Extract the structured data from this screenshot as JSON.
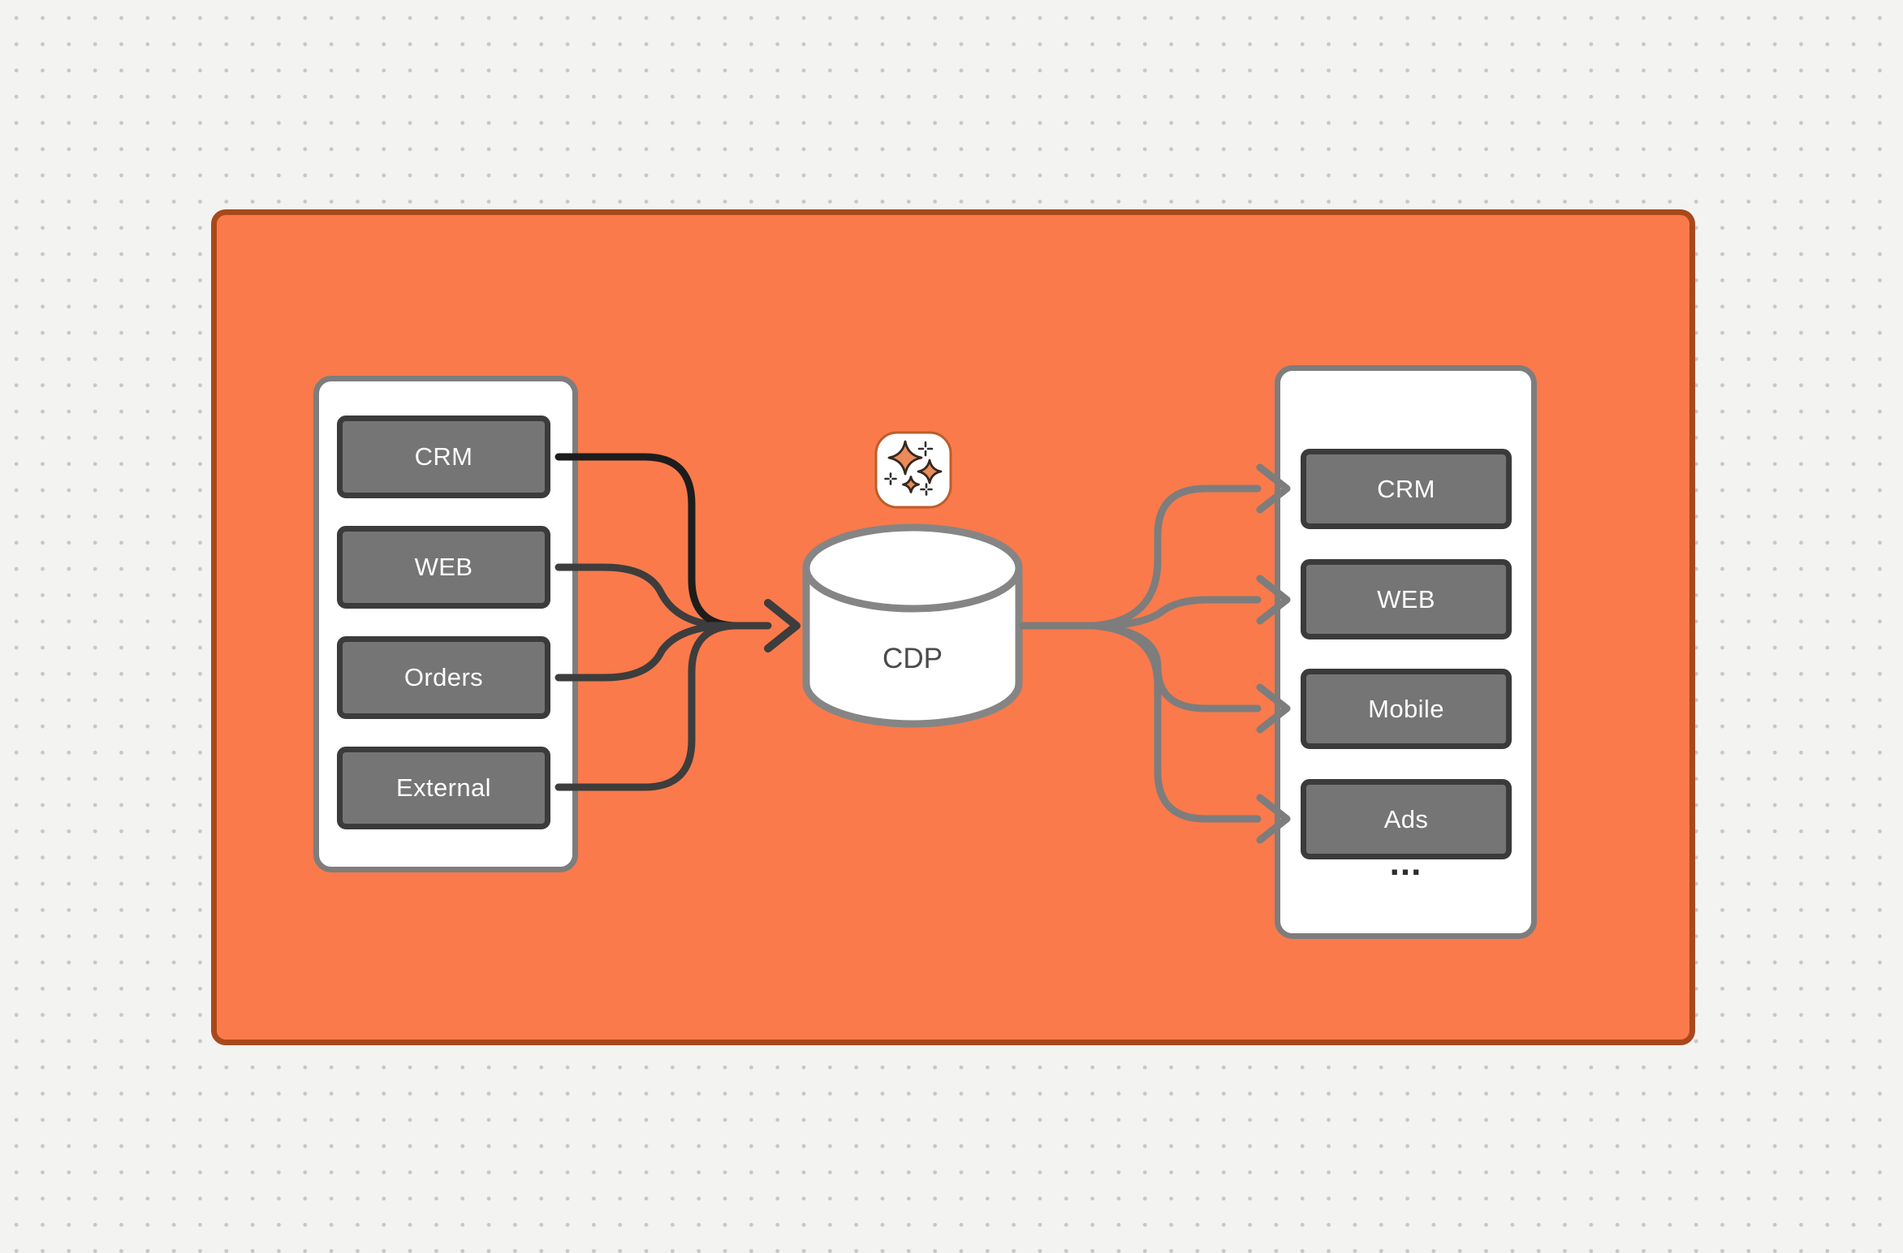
{
  "canvas": {
    "background_color": "#f3f3f1",
    "dot_grid_color": "#c7c7c5"
  },
  "frame": {
    "fill_color": "#fa7a4b",
    "border_color": "#a8491b"
  },
  "sources_panel": {
    "boxes": [
      {
        "label": "CRM"
      },
      {
        "label": "WEB"
      },
      {
        "label": "Orders"
      },
      {
        "label": "External"
      }
    ]
  },
  "destinations_panel": {
    "boxes": [
      {
        "label": "CRM"
      },
      {
        "label": "WEB"
      },
      {
        "label": "Mobile"
      },
      {
        "label": "Ads"
      }
    ],
    "more_label": "..."
  },
  "cdp": {
    "label": "CDP",
    "shape": "database-cylinder",
    "stroke_color": "#858585"
  },
  "icons": {
    "sparkles": {
      "name": "sparkles-icon",
      "star_fill": "#ec8a5a",
      "star_outline": "#34291f",
      "badge_border": "#bc5d2b"
    }
  },
  "edges": {
    "into_cdp_from": [
      "CRM",
      "WEB",
      "Orders",
      "External"
    ],
    "into_cdp_color": "#3d3d3d",
    "into_cdp_top_color": "#1d1d1d",
    "out_of_cdp_to": [
      "CRM",
      "WEB",
      "Mobile",
      "Ads"
    ],
    "out_of_cdp_color": "#7d7d7d"
  },
  "node_style": {
    "fill": "#757575",
    "border": "#3b3b3b",
    "text_color": "#fdfdfd"
  }
}
